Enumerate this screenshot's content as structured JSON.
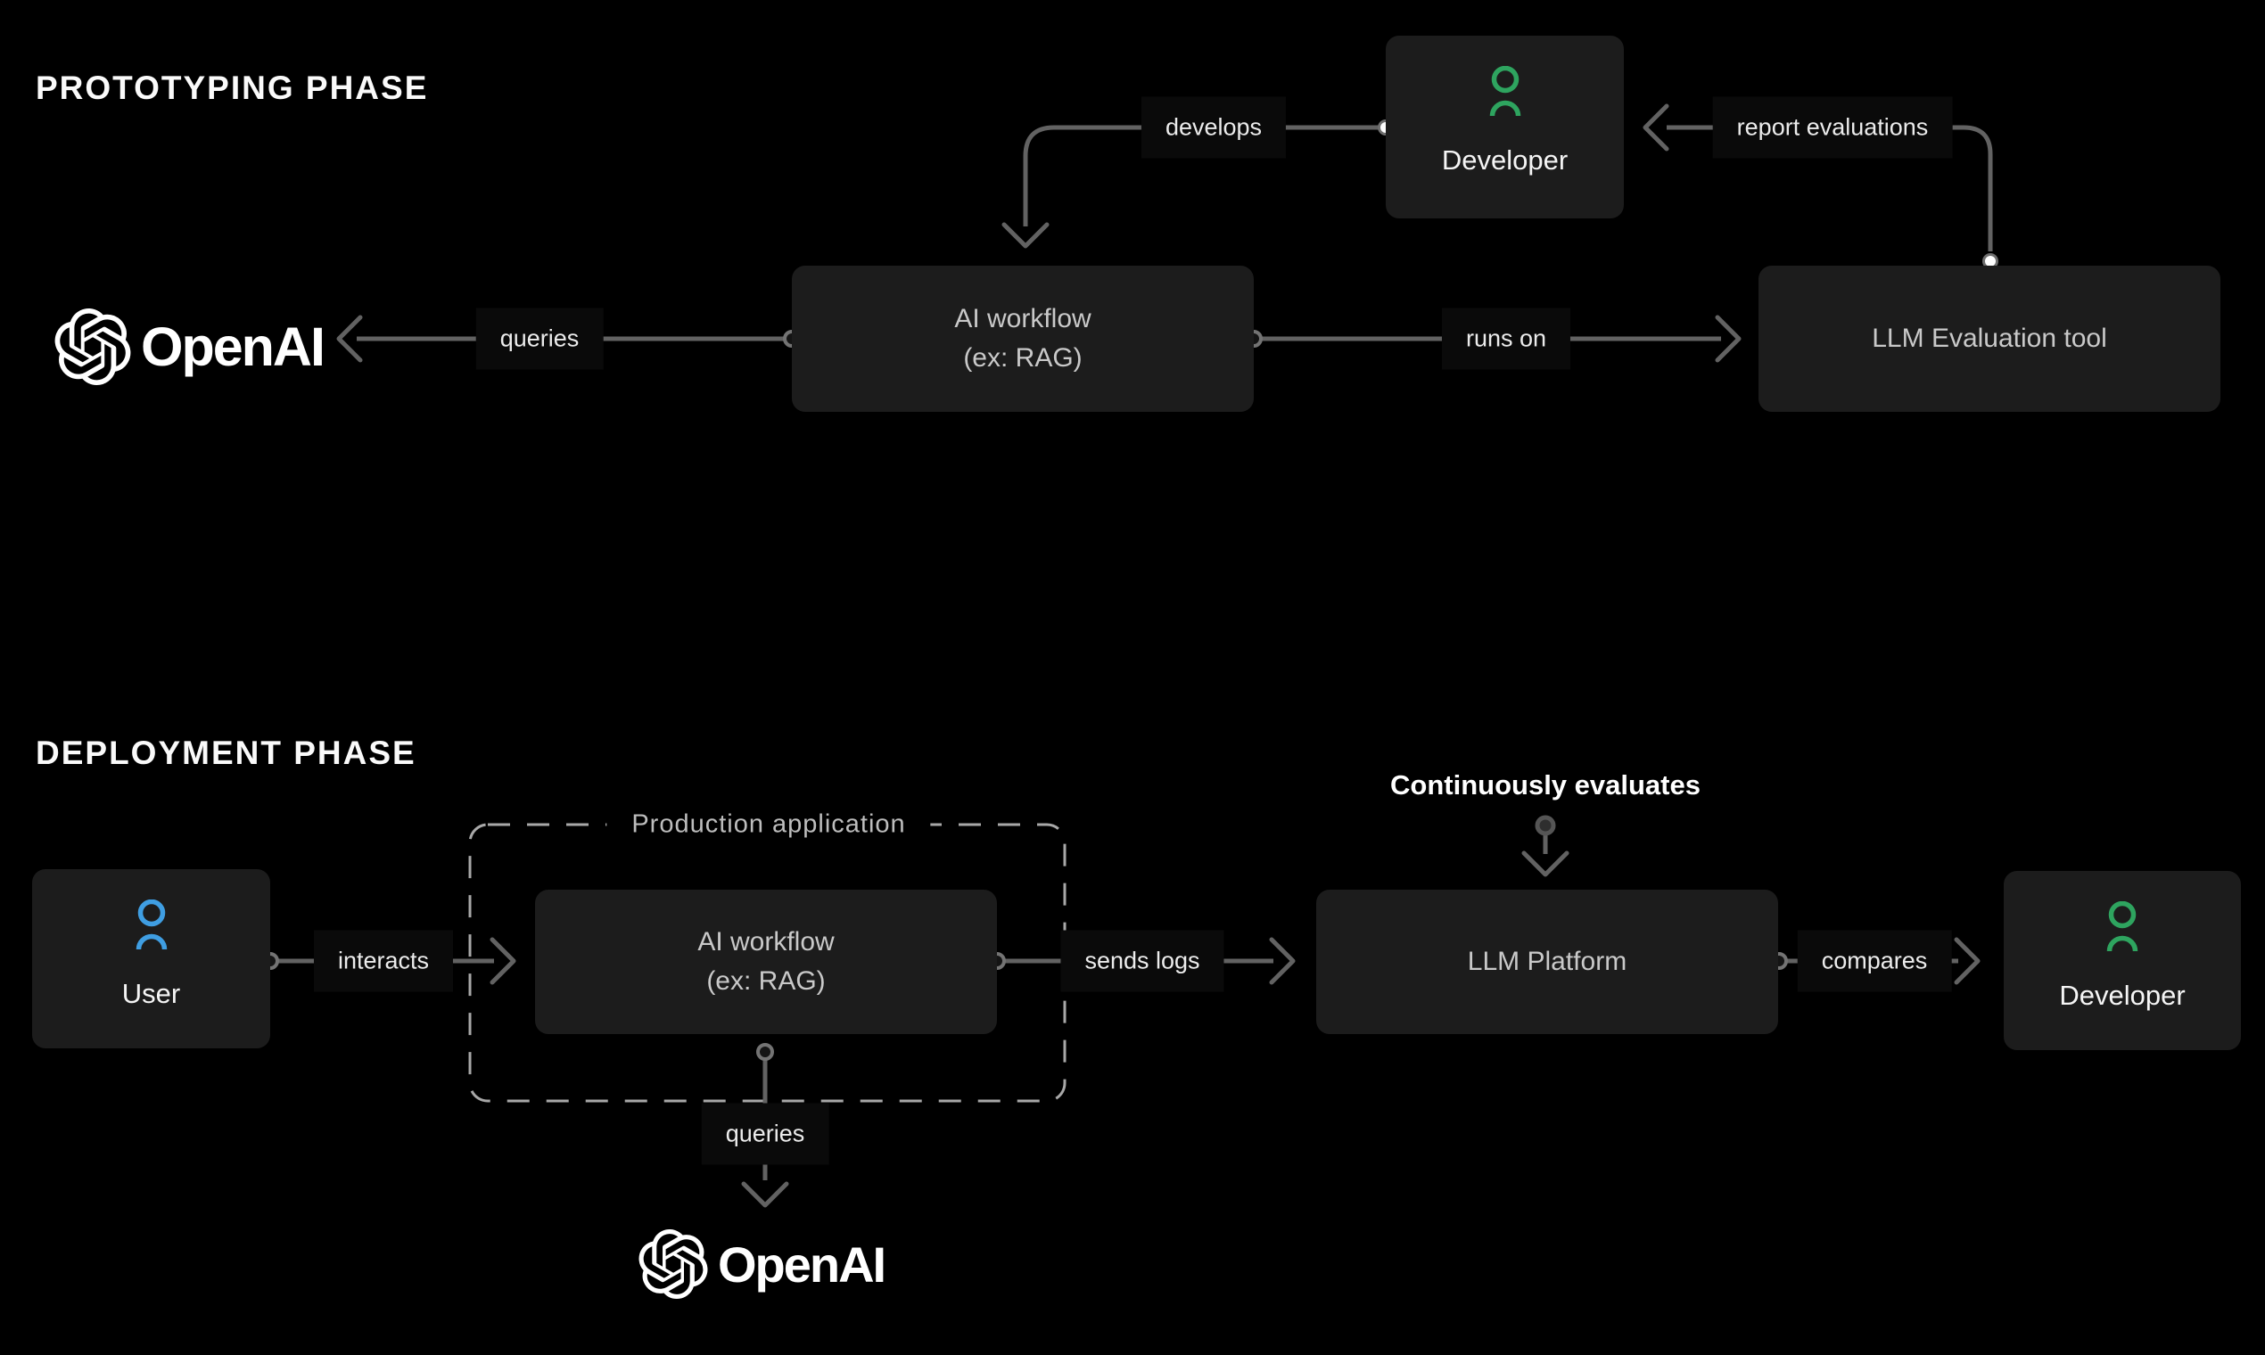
{
  "titles": {
    "prototyping": "PROTOTYPING PHASE",
    "deployment": "DEPLOYMENT PHASE"
  },
  "openai_wordmark": "OpenAI",
  "prototyping": {
    "developer": {
      "label": "Developer"
    },
    "ai_workflow": {
      "line1": "AI workflow",
      "line2": "(ex: RAG)"
    },
    "llm_eval": {
      "label": "LLM Evaluation tool"
    },
    "edges": {
      "develops": "develops",
      "report_evaluations": "report evaluations",
      "queries": "queries",
      "runs_on": "runs on"
    }
  },
  "deployment": {
    "continuously_evaluates": "Continuously evaluates",
    "user": {
      "label": "User"
    },
    "production_app": {
      "label": "Production application"
    },
    "ai_workflow": {
      "line1": "AI workflow",
      "line2": "(ex: RAG)"
    },
    "llm_platform": {
      "label": "LLM Platform"
    },
    "developer": {
      "label": "Developer"
    },
    "edges": {
      "interacts": "interacts",
      "sends_logs": "sends logs",
      "queries": "queries",
      "compares": "compares"
    }
  },
  "colors": {
    "background": "#000000",
    "node_fill": "#1c1c1c",
    "developer_accent": "#2ea45f",
    "user_accent": "#3f9ee2",
    "connector": "#626262",
    "dashed_border": "#a8a8a8",
    "logo": "#ffffff"
  }
}
